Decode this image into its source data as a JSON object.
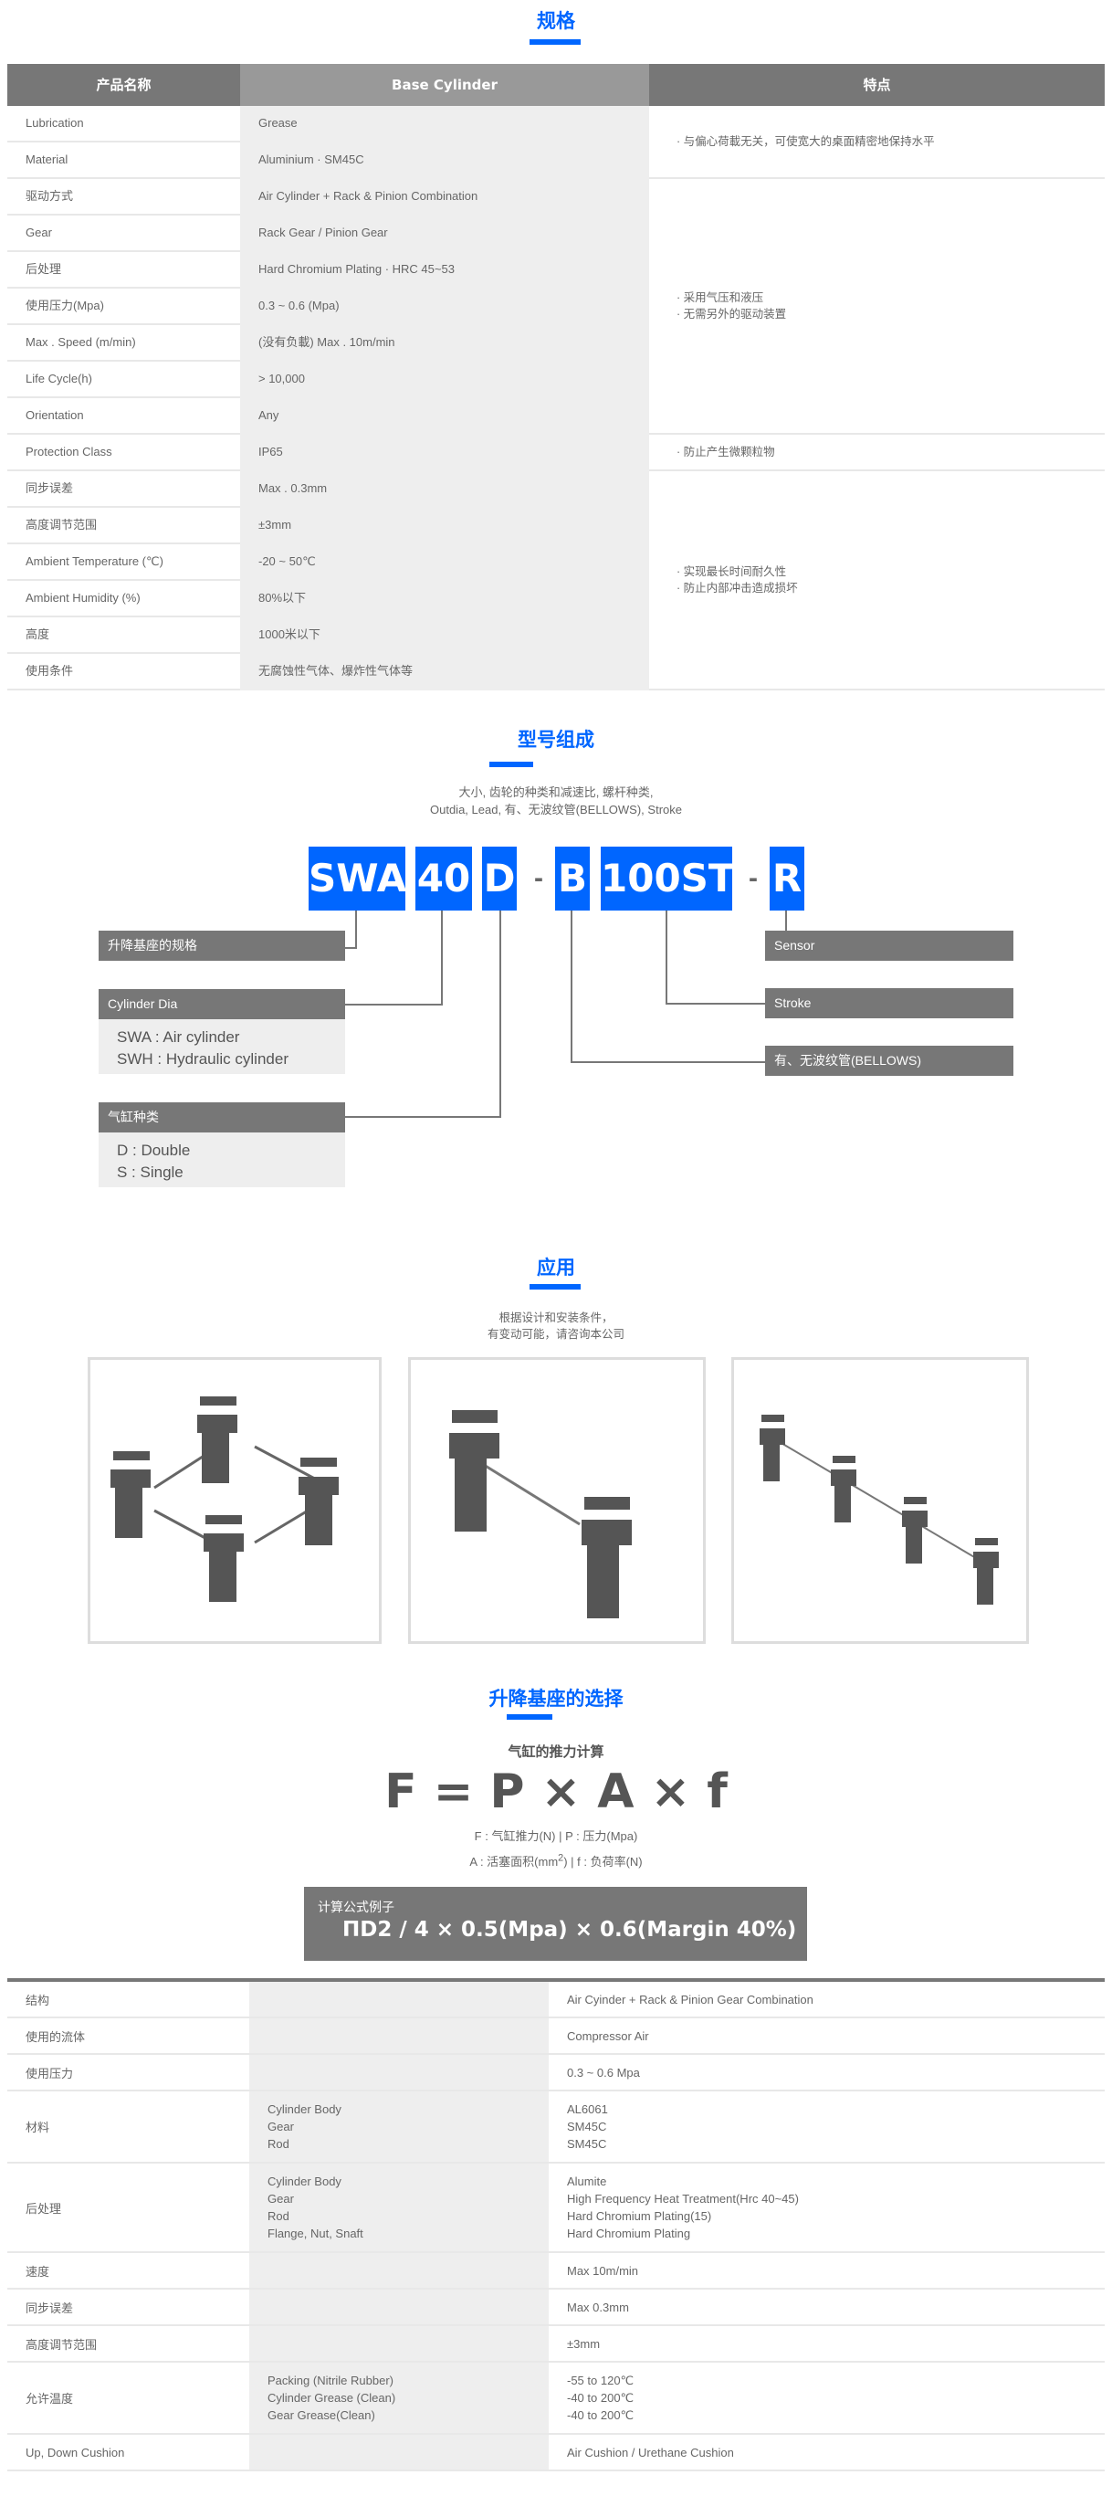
{
  "colors": {
    "accent": "#0066ff",
    "header_dark": "#777777",
    "header_light": "#999999",
    "cell_shade": "#eeeeee"
  },
  "spec": {
    "title": "规格",
    "headers": [
      "产品名称",
      "Base Cylinder",
      "特点"
    ],
    "rows": [
      {
        "label": "Lubrication",
        "value": "Grease"
      },
      {
        "label": "Material",
        "value": "Aluminium · SM45C"
      },
      {
        "label": "驱动方式",
        "value": "Air Cylinder + Rack & Pinion Combination"
      },
      {
        "label": "Gear",
        "value": "Rack Gear / Pinion Gear"
      },
      {
        "label": "后处理",
        "value": "Hard Chromium Plating · HRC 45~53"
      },
      {
        "label": "使用压力(Mpa)",
        "value": "0.3 ~ 0.6 (Mpa)"
      },
      {
        "label": "Max . Speed (m/min)",
        "value": "(没有负載) Max . 10m/min"
      },
      {
        "label": "Life Cycle(h)",
        "value": "> 10,000"
      },
      {
        "label": "Orientation",
        "value": "Any"
      },
      {
        "label": "Protection Class",
        "value": "IP65"
      },
      {
        "label": "同步误差",
        "value": "Max . 0.3mm"
      },
      {
        "label": "高度调节范围",
        "value": "±3mm"
      },
      {
        "label": "Ambient Temperature (℃)",
        "value": "-20 ~ 50℃"
      },
      {
        "label": "Ambient Humidity (%)",
        "value": "80%以下"
      },
      {
        "label": "高度",
        "value": "1000米以下"
      },
      {
        "label": "使用条件",
        "value": "无腐蚀性气体、爆炸性气体等"
      }
    ],
    "features": [
      {
        "lines": [
          "· 与偏心荷載无关，可使宽大的桌面精密地保持水平"
        ]
      },
      {
        "lines": [
          "· 采用气压和液压",
          "· 无需另外的驱动装置"
        ]
      },
      {
        "lines": [
          "· 防止产生微颗粒物"
        ]
      },
      {
        "lines": [
          "· 实现最长时间耐久性",
          "· 防止内部冲击造成损坏"
        ]
      }
    ]
  },
  "model": {
    "title": "型号组成",
    "desc_line1": "大小, 齿轮的种类和减速比, 螺杆种类,",
    "desc_line2": "Outdia, Lead, 有、无波纹管(BELLOWS), Stroke",
    "codes": [
      "SWA",
      "40",
      "D",
      "B",
      "100ST",
      "R"
    ],
    "dash": "-",
    "left_labels": [
      {
        "title": "升降基座的规格",
        "items": []
      },
      {
        "title": "Cylinder Dia",
        "items": [
          "SWA : Air cylinder",
          "SWH : Hydraulic cylinder"
        ]
      },
      {
        "title": "气缸种类",
        "items": [
          "D : Double",
          "S : Single"
        ]
      }
    ],
    "right_labels": [
      {
        "title": "Sensor"
      },
      {
        "title": "Stroke"
      },
      {
        "title": "有、无波纹管(BELLOWS)"
      }
    ]
  },
  "application": {
    "title": "应用",
    "desc_line1": "根据设计和安装条件，",
    "desc_line2": "有变动可能，请咨询本公司",
    "images": [
      {
        "name": "four-post-square-layout"
      },
      {
        "name": "two-post-linear-layout"
      },
      {
        "name": "four-post-linear-layout"
      }
    ]
  },
  "selection": {
    "title": "升降基座的选择",
    "subtitle": "气缸的推力计算",
    "formula": "F = P × A × f",
    "legend_line1": "F : 气缸推力(N)  |  P : 压力(Mpa)",
    "legend_line2_a": "A : 活塞面积(mm",
    "legend_line2_sup": "2",
    "legend_line2_b": ")  |  f : 负荷率(N)",
    "example_title": "计算公式例子",
    "example_formula": "ΠD2 / 4 × 0.5(Mpa) × 0.6(Margin 40%)"
  },
  "details": {
    "rows": [
      {
        "label": "结构",
        "sub": [],
        "values": [
          "Air Cyinder + Rack & Pinion Gear Combination"
        ]
      },
      {
        "label": "使用的流体",
        "sub": [],
        "values": [
          "Compressor Air"
        ]
      },
      {
        "label": "使用压力",
        "sub": [],
        "values": [
          "0.3 ~ 0.6 Mpa"
        ]
      },
      {
        "label": "材料",
        "sub": [
          "Cylinder Body",
          "Gear",
          "Rod"
        ],
        "values": [
          "AL6061",
          "SM45C",
          "SM45C"
        ]
      },
      {
        "label": "后处理",
        "sub": [
          "Cylinder Body",
          "Gear",
          "Rod",
          "Flange, Nut, Snaft"
        ],
        "values": [
          "Alumite",
          "High Frequency Heat Treatment(Hrc 40~45)",
          "Hard Chromium Plating(15)",
          "Hard Chromium Plating"
        ]
      },
      {
        "label": "速度",
        "sub": [],
        "values": [
          "Max 10m/min"
        ]
      },
      {
        "label": "同步误差",
        "sub": [],
        "values": [
          "Max 0.3mm"
        ]
      },
      {
        "label": "高度调节范围",
        "sub": [],
        "values": [
          "±3mm"
        ]
      },
      {
        "label": "允许温度",
        "sub": [
          "Packing (Nitrile Rubber)",
          "Cylinder Grease (Clean)",
          "Gear Grease(Clean)"
        ],
        "values": [
          "-55 to 120℃",
          "-40 to 200℃",
          "-40 to 200℃"
        ]
      },
      {
        "label": "Up, Down Cushion",
        "sub": [],
        "values": [
          "Air Cushion / Urethane Cushion"
        ]
      }
    ]
  }
}
